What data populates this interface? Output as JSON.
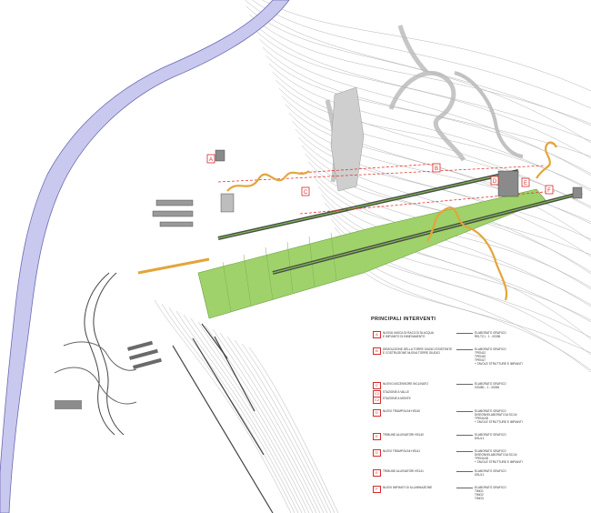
{
  "colors": {
    "river": "#c9c8ee",
    "river_edge": "#6d6bb5",
    "slope_green": "#9fd26a",
    "path_orange": "#e3a53a",
    "red_line": "#e2322e",
    "contour": "#b4b4b4",
    "dark_track": "#4a4a4a",
    "road_grey": "#c8c8c8"
  },
  "map_labels": [
    "A",
    "B",
    "C",
    "D",
    "E",
    "F"
  ],
  "legend": {
    "title": "PRINCIPALI INTERVENTI",
    "items": [
      {
        "code": "A",
        "description": "NUOVA VASCA DI RACCOLTA ACQUA\nE IMPIANTO DI INNEVAMENTO",
        "reference": "ELABORATO GRAFICO\nRELTC1 - 1 - 00336"
      },
      {
        "code": "B",
        "description": "DEMOLIZIONE DELLA TORRE GIUDICI ESISTENTE\nE COSTRUZIONE NUOVA TORRE GIUDICI",
        "reference": "ELABORATO GRAFICO\nTPEN12\nTPEN15\nTPEN17\n+ TAVOLE STRUTTURE E IMPIANTI"
      },
      {
        "code": "C",
        "description": "NUOVO ASCENSORE INCLINATO",
        "reference": "ELABORATO GRAFICO\nGSUB1 - 1 - 00336"
      },
      {
        "code": "C1",
        "description": "STAZIONE A VALLE",
        "reference": ""
      },
      {
        "code": "C2",
        "description": "STAZIONE A MONTE",
        "reference": ""
      },
      {
        "code": "D",
        "description": "NUOVI TRAMPOLINI HS140",
        "reference": "ELABORATO GRAFICO\nDISEGNI/ELABORATI DA SC1/4\nTPEN1/4D\n+ TAVOLE STRUTTURE E IMPIANTI"
      },
      {
        "code": "E",
        "description": "TRIBUNE ALLENATORI HS140",
        "reference": "ELABORATO GRAFICO\nDSUL1"
      },
      {
        "code": "D",
        "description": "NUOVI TRAMPOLINI HS141",
        "reference": "ELABORATO GRAFICO\nDISEGNI/ELABORATI DA SC1/4\nTPEN1/4D\n+ TAVOLE STRUTTURE E IMPIANTI"
      },
      {
        "code": "E",
        "description": "TRIBUNE ALLENATORI HS141",
        "reference": "ELABORATO GRAFICO\nDSUL1"
      },
      {
        "code": "F",
        "description": "NUOVI IMPIANTI DI ILLUMINAZIONE",
        "reference": "ELABORATO GRAFICO\nTIMO1\nTIMO2\nTIMO3"
      }
    ]
  }
}
